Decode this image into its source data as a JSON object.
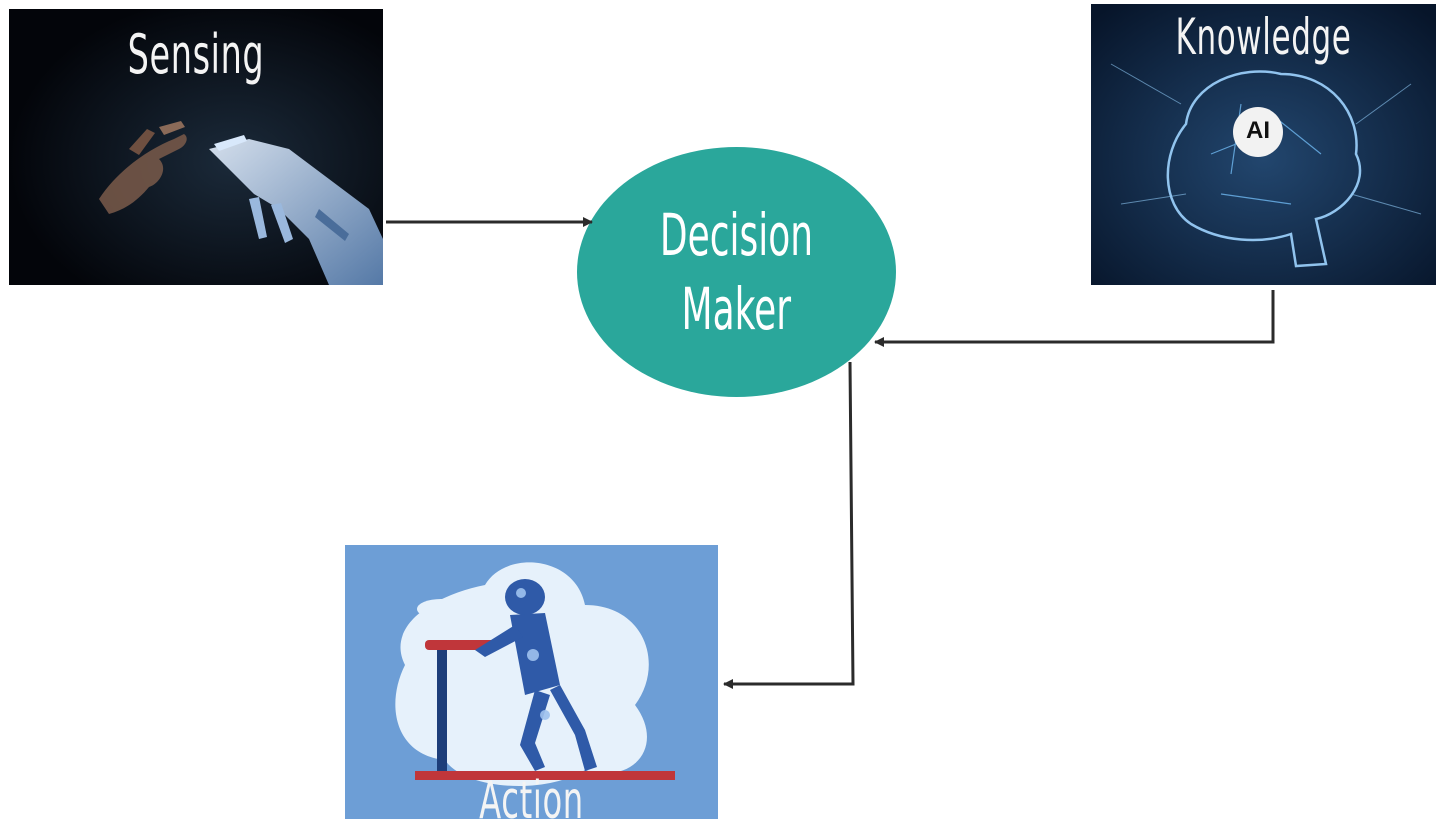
{
  "nodes": {
    "sensing": {
      "label": "Sensing"
    },
    "knowledge": {
      "label": "Knowledge",
      "badge": "AI"
    },
    "decision": {
      "line1": "Decision",
      "line2": "Maker",
      "color": "#2aa79b"
    },
    "action": {
      "label": "Action"
    }
  },
  "edges": [
    {
      "from": "sensing",
      "to": "decision"
    },
    {
      "from": "knowledge",
      "to": "decision"
    },
    {
      "from": "decision",
      "to": "action"
    }
  ],
  "colors": {
    "arrow": "#2b2b2b",
    "sensing_bg": "#05070a",
    "knowledge_bg": "#0b1f3a",
    "action_bg": "#6d9ed6",
    "treadmill_belt": "#c0363a"
  }
}
